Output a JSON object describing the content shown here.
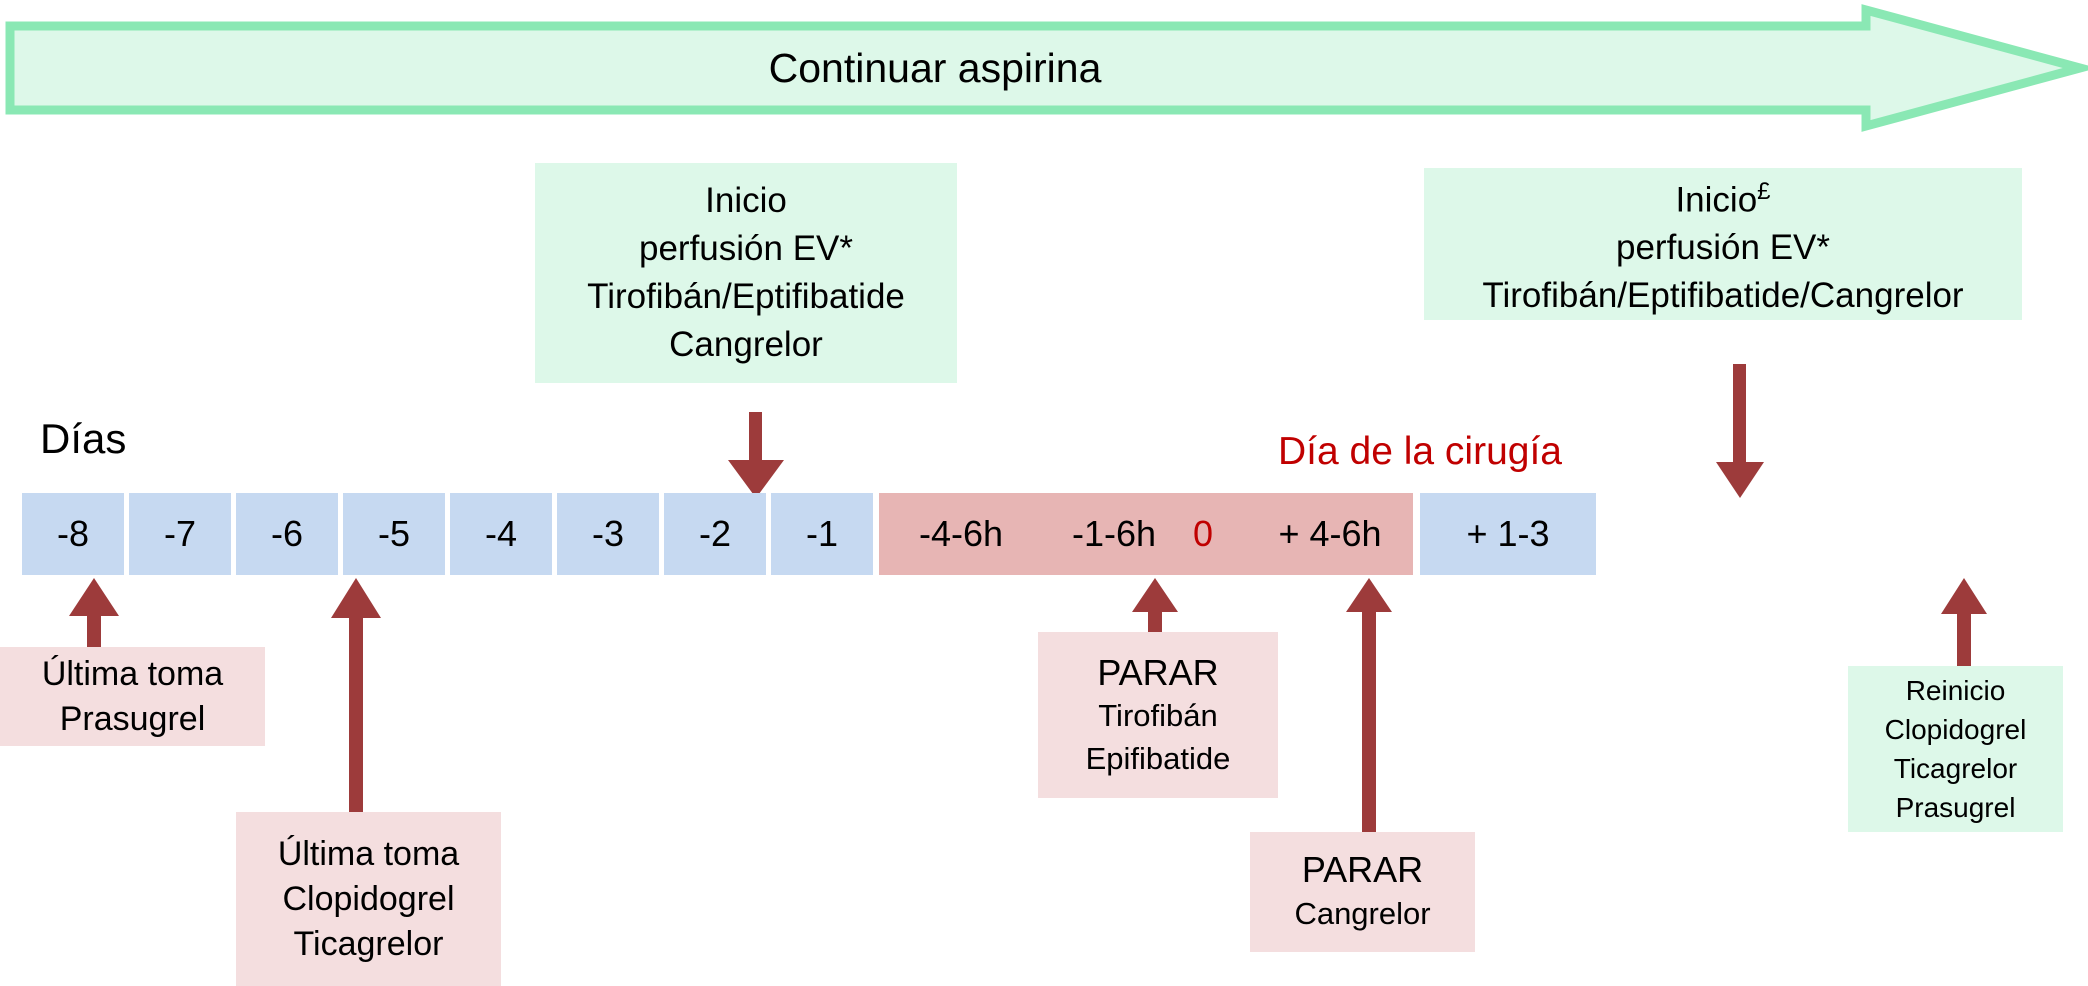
{
  "banner": {
    "label": "Continuar aspirina",
    "fill": "#ddf8e9",
    "stroke": "#8ae8b4"
  },
  "headings": {
    "days_label": "Días",
    "surgery_day": "Día de la cirugía",
    "surgery_day_color": "#c00000"
  },
  "timeline": {
    "pre_days": [
      "-8",
      "-7",
      "-6",
      "-5",
      "-4",
      "-3",
      "-2",
      "-1"
    ],
    "surgery_labels": [
      "-4-6h",
      "-1-6h",
      "0",
      "+ 4-6h"
    ],
    "post_day": "+ 1-3",
    "blue_color": "#c6d9f1",
    "pink_color": "#e7b5b4",
    "zero_color": "#c00000"
  },
  "boxes": {
    "inicio_left": {
      "lines": [
        "Inicio",
        "perfusión EV*",
        "Tirofibán/Eptifibatide",
        "Cangrelor"
      ],
      "color": "#ddf8e9"
    },
    "inicio_right": {
      "line1": "Inicio",
      "line1_sup": "£",
      "line2": "perfusión EV*",
      "line3": "Tirofibán/Eptifibatide/Cangrelor",
      "color": "#ddf8e9"
    },
    "ultima_prasugrel": {
      "lines": [
        "Última toma",
        "Prasugrel"
      ],
      "color": "#f4dedf"
    },
    "ultima_clopidogrel": {
      "lines": [
        "Última toma",
        "Clopidogrel",
        "Ticagrelor"
      ],
      "color": "#f4dedf"
    },
    "parar_tirofiban": {
      "title": "PARAR",
      "lines": [
        "Tirofibán",
        "Epifibatide"
      ],
      "color": "#f4dedf"
    },
    "parar_cangrelor": {
      "title": "PARAR",
      "lines": [
        "Cangrelor"
      ],
      "color": "#f4dedf"
    },
    "reinicio": {
      "lines": [
        "Reinicio",
        "Clopidogrel",
        "Ticagrelor",
        "Prasugrel"
      ],
      "color": "#ddf8e9"
    }
  },
  "arrows": {
    "color": "#9d3b3b",
    "down": [
      "to-day-minus-3",
      "to-surgery-plus-4-6h"
    ],
    "up": [
      "from-ultima-prasugrel",
      "from-ultima-clopidogrel",
      "from-parar-tirofiban",
      "from-parar-cangrelor",
      "from-reinicio"
    ]
  }
}
